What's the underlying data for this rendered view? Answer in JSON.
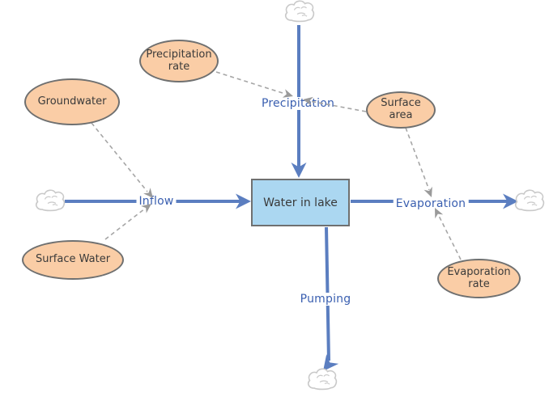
{
  "diagram": {
    "stock": {
      "label": "Water in lake"
    },
    "flows": {
      "precipitation": {
        "label": "Precipitation"
      },
      "inflow": {
        "label": "Inflow"
      },
      "evaporation": {
        "label": "Evaporation"
      },
      "pumping": {
        "label": "Pumping"
      }
    },
    "variables": {
      "precipitation_rate": {
        "label": "Precipitation rate"
      },
      "groundwater": {
        "label": "Groundwater"
      },
      "surface_area": {
        "label": "Surface area"
      },
      "surface_water": {
        "label": "Surface Water"
      },
      "evaporation_rate": {
        "label": "Evaporation rate"
      }
    }
  },
  "colors": {
    "stock_fill": "#ABD7F1",
    "variable_fill": "#FACDA6",
    "shape_border": "#6F7070",
    "flow_line": "#5B7EC0",
    "flow_label": "#3A5FB0",
    "connector": "#A6A6A6",
    "connector_arrow": "#9A9A9A",
    "cloud_stroke": "#C9C9C9"
  }
}
